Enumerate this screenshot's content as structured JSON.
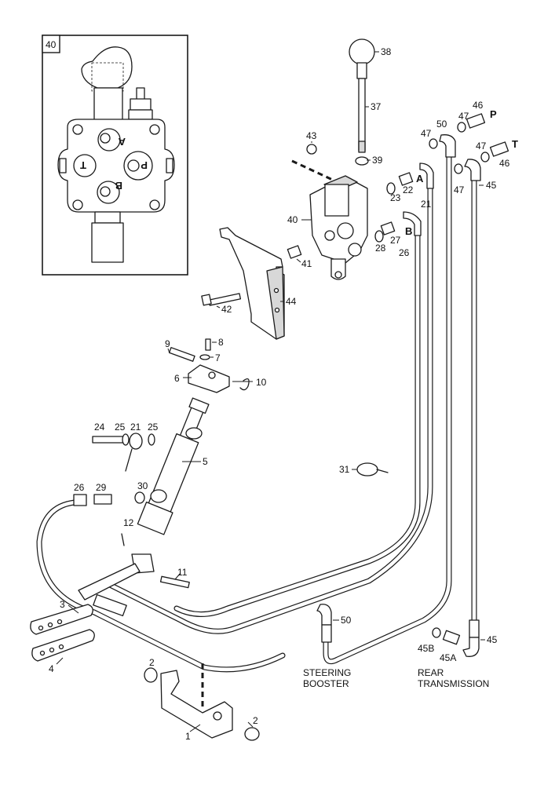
{
  "inset": {
    "label": "40",
    "ports": {
      "a": "A",
      "b": "B",
      "p": "P",
      "t": "T"
    }
  },
  "callouts": {
    "n1": "1",
    "n2a": "2",
    "n2b": "2",
    "n3": "3",
    "n4": "4",
    "n5": "5",
    "n6": "6",
    "n7": "7",
    "n8": "8",
    "n9": "9",
    "n10": "10",
    "n11": "11",
    "n12": "12",
    "n21a": "21",
    "n21b": "21",
    "n22": "22",
    "n23": "23",
    "n24": "24",
    "n25a": "25",
    "n25b": "25",
    "n26a": "26",
    "n26b": "26",
    "n27": "27",
    "n28": "28",
    "n29": "29",
    "n30": "30",
    "n31": "31",
    "n37": "37",
    "n38": "38",
    "n39": "39",
    "n40": "40",
    "n41": "41",
    "n42": "42",
    "n43": "43",
    "n44": "44",
    "n45a": "45",
    "n45b": "45",
    "n45A": "45A",
    "n45B": "45B",
    "n46a": "46",
    "n46b": "46",
    "n47a": "47",
    "n47b": "47",
    "n47c": "47",
    "n47d": "47",
    "n50a": "50",
    "n50b": "50"
  },
  "port_letters": {
    "p": "P",
    "t": "T",
    "a": "A",
    "b": "B"
  },
  "destinations": {
    "steering_line1": "STEERING",
    "steering_line2": "BOOSTER",
    "rear_line1": "REAR",
    "rear_line2": "TRANSMISSION"
  }
}
